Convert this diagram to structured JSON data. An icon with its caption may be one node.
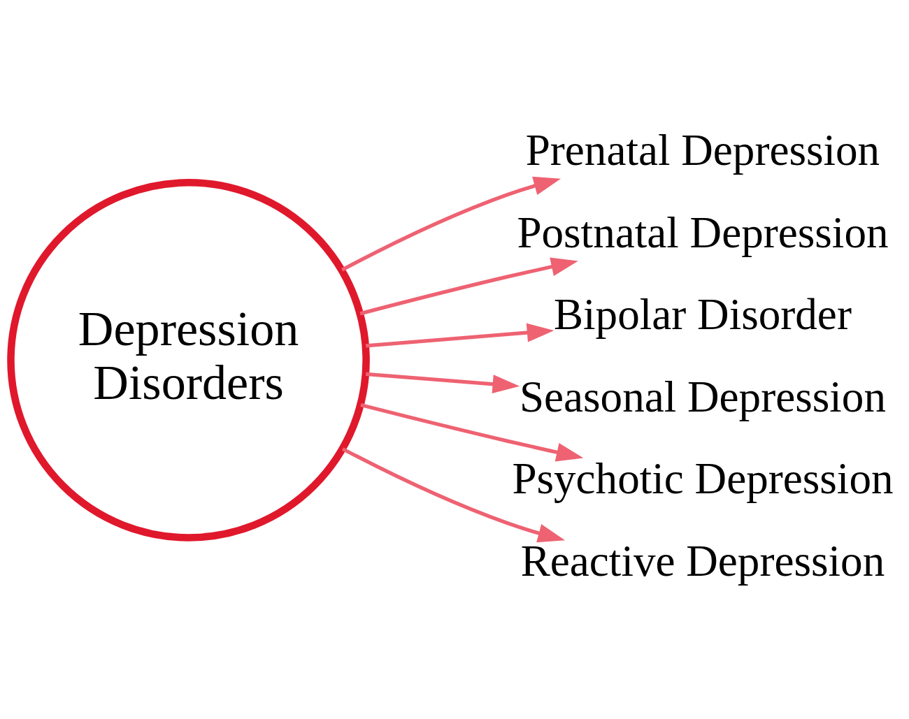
{
  "diagram": {
    "nodes": [
      {
        "text": [
          "Depression Disorders"
        ]
      },
      {
        "text": [
          "Prenatal Depression"
        ]
      },
      {
        "text": [
          "Postnatal Depression"
        ]
      },
      {
        "text": [
          "Bipolar Disorder"
        ]
      },
      {
        "text": [
          "Seasonal Depression"
        ]
      },
      {
        "text": [
          "Psychotic Depression"
        ]
      },
      {
        "text": [
          "Reactive Depression"
        ]
      }
    ],
    "edges": [
      {
        "from": 0,
        "to": 1,
        "arrow": "to"
      },
      {
        "from": 0,
        "to": 2,
        "arrow": "to"
      },
      {
        "from": 0,
        "to": 3,
        "arrow": "to"
      },
      {
        "from": 0,
        "to": 4,
        "arrow": "to"
      },
      {
        "from": 0,
        "to": 5,
        "arrow": "to"
      },
      {
        "from": 0,
        "to": 6,
        "arrow": "to"
      }
    ]
  }
}
